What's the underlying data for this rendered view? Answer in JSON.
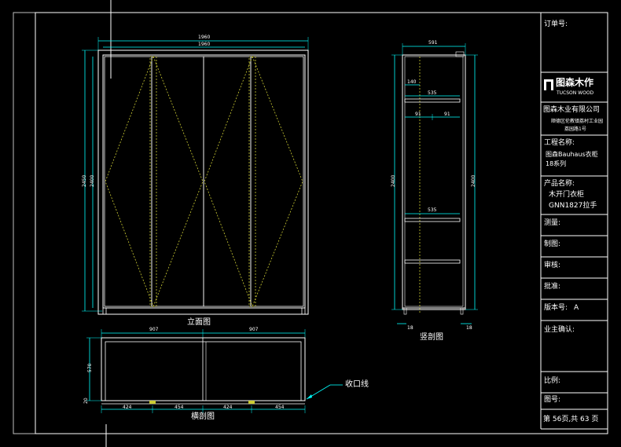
{
  "views": {
    "elevation_title": "立面图",
    "section_title": "竖剖图",
    "plan_title": "横剖图",
    "trim_label": "收口线"
  },
  "dimensions": {
    "elev_top_1": "1960",
    "elev_top_2": "1960",
    "elev_left_1": "2450",
    "elev_left_2": "2400",
    "sec_top": "591",
    "sec_140": "140",
    "sec_shelf_top": "535",
    "sec_91a": "91",
    "sec_91b": "91",
    "sec_shelf_low": "535",
    "sec_left": "2400",
    "sec_right": "2400",
    "sec_bot_left": "18",
    "sec_bot_right": "18",
    "plan_top_1": "907",
    "plan_top_2": "907",
    "plan_left": "570",
    "plan_left_small": "20",
    "plan_bot_1": "424",
    "plan_bot_2": "454",
    "plan_bot_3": "424",
    "plan_bot_4": "454"
  },
  "title_block": {
    "order_no_label": "订单号:",
    "logo_cn": "图森木作",
    "logo_en": "TUCSON WOOD",
    "company": "图森木业有限公司",
    "address_line1": "顺德区伦教镇荔村工业园",
    "address_line2": "荔园路1号",
    "project_label": "工程名称:",
    "project_value_1": "图森Bauhaus衣柜",
    "project_value_2": "18系列",
    "product_label": "产品名称:",
    "product_value_1": "木开门衣柜",
    "product_value_2": "GNN1827拉手",
    "measure_label": "测量:",
    "drawn_label": "制图:",
    "review_label": "审核:",
    "approve_label": "批准:",
    "version_label": "版本号:",
    "version_value": "A",
    "owner_label": "业主确认:",
    "scale_label": "比例:",
    "drawing_no_label": "图号:",
    "page_info": "第 56页,共 63 页"
  },
  "colors": {
    "background": "#000000",
    "line_white": "#ffffff",
    "dim_cyan": "#00ffff",
    "dim_blue": "#0000ff",
    "dashed_yellow": "#cccc33",
    "frame_gray": "#bfbfbf"
  }
}
